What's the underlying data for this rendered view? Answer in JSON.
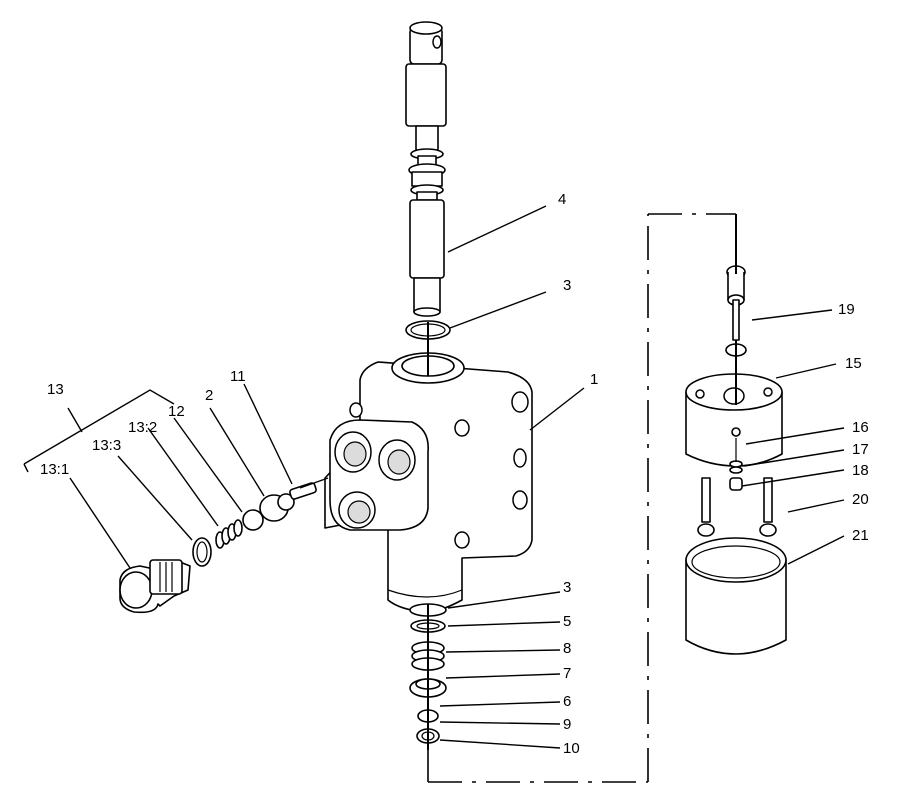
{
  "diagram": {
    "callouts": [
      {
        "id": "c1",
        "label": "1"
      },
      {
        "id": "c2",
        "label": "2"
      },
      {
        "id": "c3a",
        "label": "3"
      },
      {
        "id": "c3b",
        "label": "3"
      },
      {
        "id": "c4",
        "label": "4"
      },
      {
        "id": "c5",
        "label": "5"
      },
      {
        "id": "c6",
        "label": "6"
      },
      {
        "id": "c7",
        "label": "7"
      },
      {
        "id": "c8",
        "label": "8"
      },
      {
        "id": "c9",
        "label": "9"
      },
      {
        "id": "c10",
        "label": "10"
      },
      {
        "id": "c11",
        "label": "11"
      },
      {
        "id": "c12",
        "label": "12"
      },
      {
        "id": "c13",
        "label": "13"
      },
      {
        "id": "c13_1",
        "label": "13:1"
      },
      {
        "id": "c13_2",
        "label": "13:2"
      },
      {
        "id": "c13_3",
        "label": "13:3"
      },
      {
        "id": "c15",
        "label": "15"
      },
      {
        "id": "c16",
        "label": "16"
      },
      {
        "id": "c17",
        "label": "17"
      },
      {
        "id": "c18",
        "label": "18"
      },
      {
        "id": "c19",
        "label": "19"
      },
      {
        "id": "c20",
        "label": "20"
      },
      {
        "id": "c21",
        "label": "21"
      }
    ]
  }
}
